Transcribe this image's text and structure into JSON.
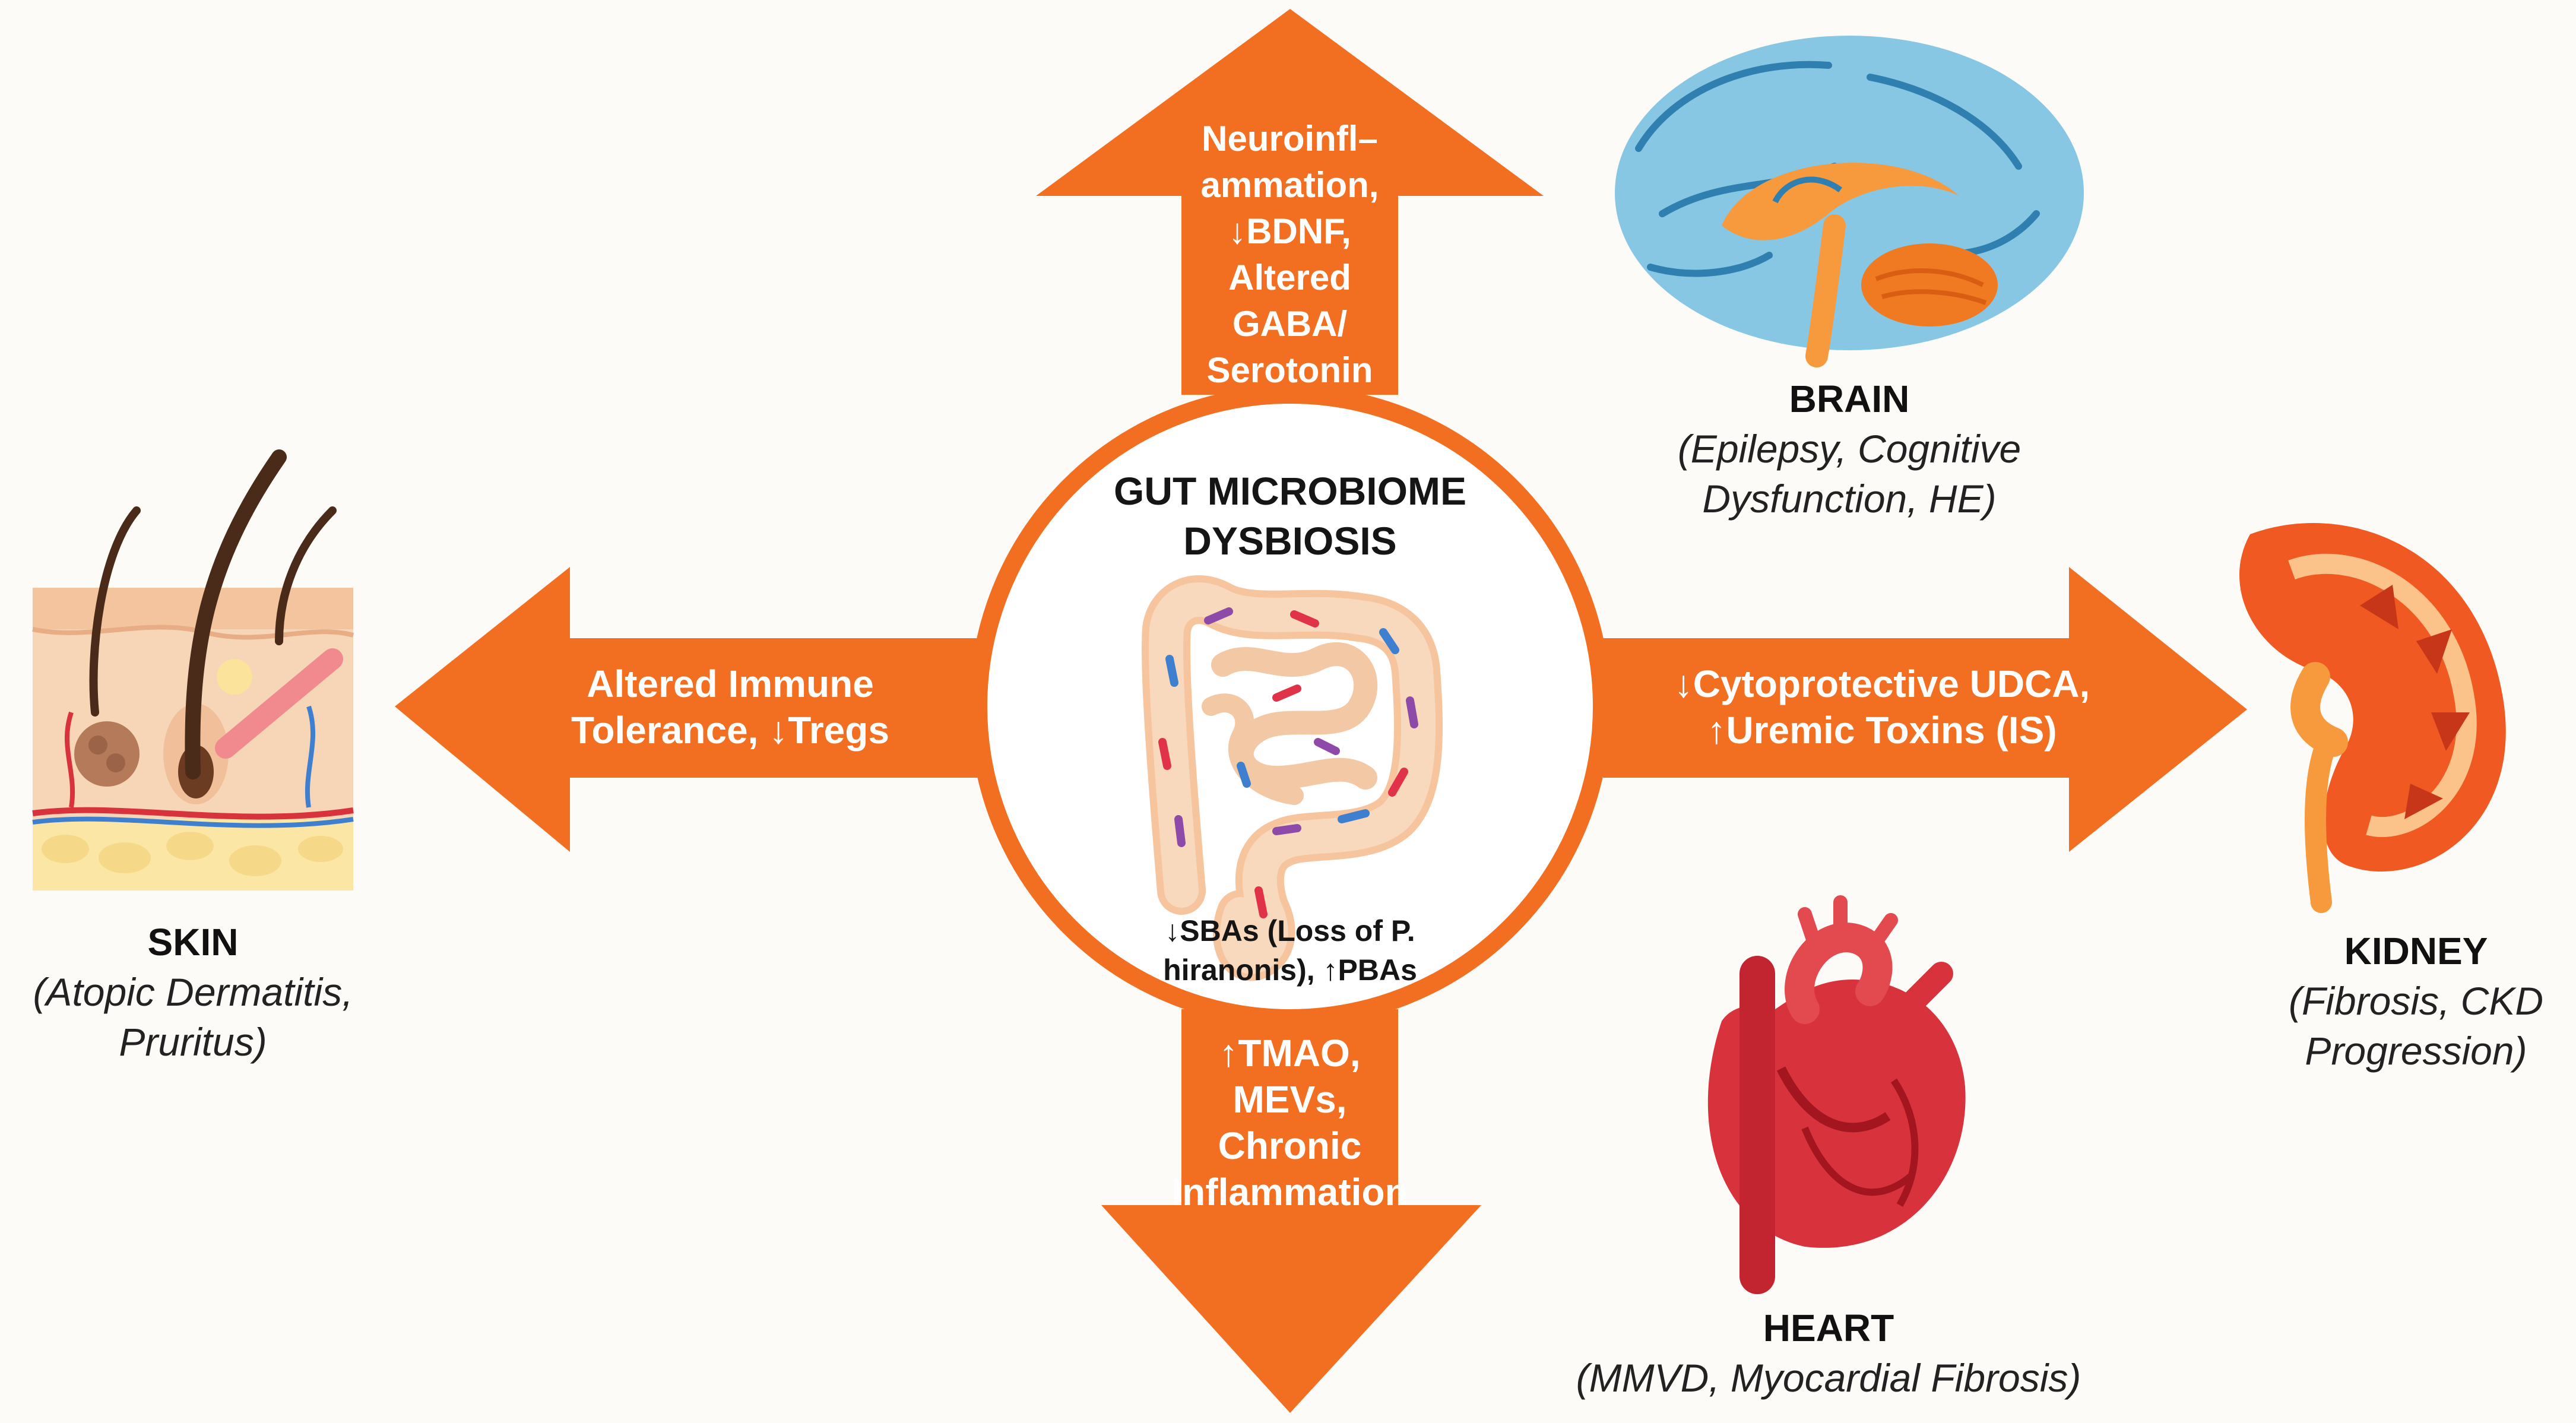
{
  "colors": {
    "accent": "#f26f21",
    "background": "#fdfbf8",
    "brain": "#87c7e4",
    "brain_inner": "#f79a3d",
    "kidney": "#f05a22",
    "heart": "#d8333c"
  },
  "hub": {
    "title_line1": "GUT MICROBIOME",
    "title_line2": "DYSBIOSIS",
    "note_line1": "↓SBAs (Loss of P.",
    "note_line2": "hiranonis), ↑PBAs"
  },
  "arrows": {
    "up": [
      "Neuroinfl–",
      "ammation,",
      "↓BDNF,",
      "Altered",
      "GABA/",
      "Serotonin"
    ],
    "left": [
      "Altered Immune",
      "Tolerance, ↓Tregs"
    ],
    "right": [
      "↓Cytoprotective UDCA,",
      "↑Uremic Toxins (IS)"
    ],
    "down": [
      "↑TMAO,",
      "MEVs,",
      "Chronic",
      "Inflammation"
    ]
  },
  "organs": {
    "brain": {
      "title": "BRAIN",
      "sub1": "(Epilepsy, Cognitive",
      "sub2": "Dysfunction, HE)",
      "icon": "brain-icon"
    },
    "skin": {
      "title": "SKIN",
      "sub1": "(Atopic Dermatitis,",
      "sub2": "Pruritus)",
      "icon": "skin-icon"
    },
    "kidney": {
      "title": "KIDNEY",
      "sub1": "(Fibrosis, CKD",
      "sub2": "Progression)",
      "icon": "kidney-icon"
    },
    "heart": {
      "title": "HEART",
      "sub1": "(MMVD, Myocardial Fibrosis)",
      "icon": "heart-icon"
    }
  }
}
